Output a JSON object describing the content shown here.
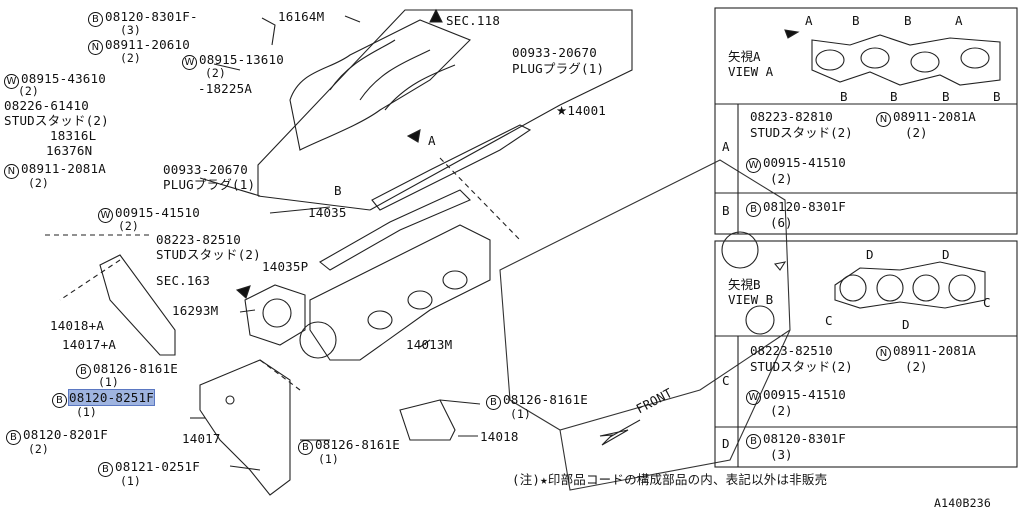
{
  "diagram_code": "A140B236",
  "note": "(注)★印部品コードの構成部品の内、表記以外は非販売",
  "front_label": "FRONT",
  "view_a_marker": "A",
  "view_b_marker": "B",
  "main_part_star": "★",
  "callouts": [
    {
      "badge": "B",
      "text": "08120-8301F",
      "qty": "(3)"
    },
    {
      "badge": "",
      "text": "16164M",
      "qty": ""
    },
    {
      "badge": "",
      "text": "SEC.118",
      "qty": ""
    },
    {
      "badge": "N",
      "text": "08911-20610",
      "qty": "(2)"
    },
    {
      "badge": "W",
      "text": "08915-43610",
      "qty": "(2)"
    },
    {
      "badge": "W",
      "text": "08915-13610",
      "qty": "(2)"
    },
    {
      "badge": "",
      "text": "18225A",
      "qty": ""
    },
    {
      "badge": "",
      "text": "00933-20670",
      "qty": ""
    },
    {
      "badge": "",
      "text": "PLUGプラグ(1)",
      "qty": ""
    },
    {
      "badge": "",
      "text": "08226-61410",
      "qty": ""
    },
    {
      "badge": "",
      "text": "STUDスタッド(2)",
      "qty": ""
    },
    {
      "badge": "",
      "text": "18316L",
      "qty": ""
    },
    {
      "badge": "",
      "text": "16376N",
      "qty": ""
    },
    {
      "badge": "",
      "text": "14001",
      "qty": ""
    },
    {
      "badge": "N",
      "text": "08911-2081A",
      "qty": "(2)"
    },
    {
      "badge": "",
      "text": "00933-20670",
      "qty": ""
    },
    {
      "badge": "",
      "text": "PLUGプラグ(1)",
      "qty": ""
    },
    {
      "badge": "W",
      "text": "00915-41510",
      "qty": "(2)"
    },
    {
      "badge": "",
      "text": "14035",
      "qty": ""
    },
    {
      "badge": "",
      "text": "08223-82510",
      "qty": ""
    },
    {
      "badge": "",
      "text": "STUDスタッド(2)",
      "qty": ""
    },
    {
      "badge": "",
      "text": "14035P",
      "qty": ""
    },
    {
      "badge": "",
      "text": "SEC.163",
      "qty": ""
    },
    {
      "badge": "",
      "text": "16293M",
      "qty": ""
    },
    {
      "badge": "",
      "text": "14018+A",
      "qty": ""
    },
    {
      "badge": "",
      "text": "14017+A",
      "qty": ""
    },
    {
      "badge": "",
      "text": "14013M",
      "qty": ""
    },
    {
      "badge": "B",
      "text": "08126-8161E",
      "qty": "(1)"
    },
    {
      "badge": "B",
      "text": "08120-8251F",
      "qty": "(1)"
    },
    {
      "badge": "B",
      "text": "08126-8161E",
      "qty": "(1)"
    },
    {
      "badge": "B",
      "text": "08120-8201F",
      "qty": "(2)"
    },
    {
      "badge": "",
      "text": "14017",
      "qty": ""
    },
    {
      "badge": "B",
      "text": "08126-8161E",
      "qty": "(1)"
    },
    {
      "badge": "",
      "text": "14018",
      "qty": ""
    },
    {
      "badge": "B",
      "text": "08121-0251F",
      "qty": "(1)"
    }
  ],
  "table_top": {
    "view_title": "矢視A",
    "view_sub": "VIEW A",
    "letters_top": [
      "A",
      "B",
      "B",
      "A"
    ],
    "letters_bottom": [
      "B",
      "B",
      "B",
      "B"
    ],
    "rows": [
      {
        "key": "A",
        "lines": [
          "08223-82810",
          "STUDスタッド(2)",
          "08911-2081A",
          "(2)",
          "00915-41510",
          "(2)"
        ],
        "badges": [
          "N",
          "W"
        ]
      },
      {
        "key": "B",
        "lines": [
          "08120-8301F",
          "(6)"
        ],
        "badges": [
          "B"
        ]
      }
    ]
  },
  "table_bottom": {
    "view_title": "矢視B",
    "view_sub": "VIEW B",
    "letters": [
      "D",
      "D",
      "C",
      "C",
      "D"
    ],
    "rows": [
      {
        "key": "C",
        "lines": [
          "08223-82510",
          "STUDスタッド(2)",
          "08911-2081A",
          "(2)",
          "00915-41510",
          "(2)"
        ],
        "badges": [
          "N",
          "W"
        ]
      },
      {
        "key": "D",
        "lines": [
          "08120-8301F",
          "(3)"
        ],
        "badges": [
          "B"
        ]
      }
    ]
  }
}
